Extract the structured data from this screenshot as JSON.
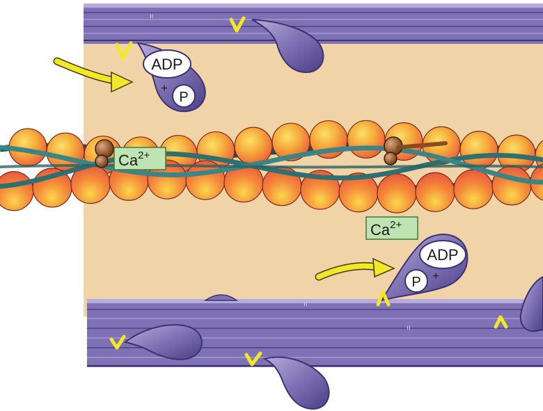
{
  "labels": {
    "adp_top": "ADP",
    "plus_top": "+",
    "p_top": "P",
    "adp_bottom": "ADP",
    "plus_bottom": "+",
    "p_bottom": "P",
    "ca_left_base": "Ca",
    "ca_left_sup": "2+",
    "ca_right_base": "Ca",
    "ca_right_sup": "2+"
  },
  "colors": {
    "background": "#f1d3a8",
    "myosin": "#7f72b4",
    "myosin_dark": "#4b3f86",
    "myosin_light": "#b6abdc",
    "actin_red": "#e8513e",
    "actin_yellow": "#f6c23a",
    "tropomyosin": "#2f6f6f",
    "troponin": "#8a4a22",
    "arrow": "#f2e825",
    "ca_box": "#bfe3b2",
    "ca_box_border": "#3a7a3a",
    "pill_fill": "#ffffff"
  },
  "icons": [
    "myosin-head-icon",
    "actin-bead-icon",
    "troponin-knob-icon",
    "power-stroke-arrow-icon",
    "atp-binding-site-icon"
  ]
}
